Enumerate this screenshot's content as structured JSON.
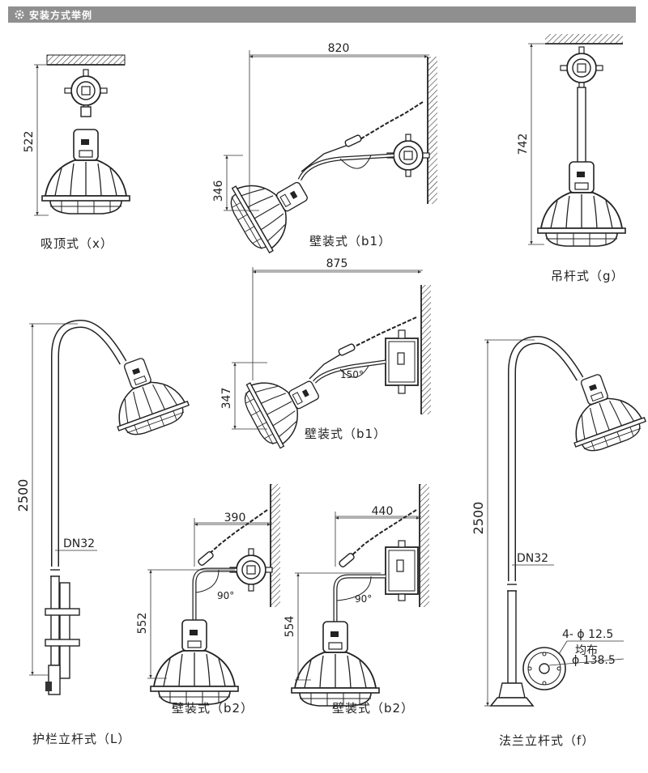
{
  "header": {
    "title": "安装方式举例",
    "icon": "gear-icon",
    "bg_color": "#8f8f8f"
  },
  "captions": {
    "ceiling": "吸顶式（x）",
    "wall_b1_top": "壁装式（b1）",
    "pendant": "吊杆式（g）",
    "wall_b1_mid": "壁装式（b1）",
    "guardrail": "护栏立杆式（L）",
    "wall_b2_left": "壁装式（b2）",
    "wall_b2_right": "壁装式（b2）",
    "flange": "法兰立杆式（f）"
  },
  "dims": {
    "ceiling_h": "522",
    "wall_b1_top_w": "820",
    "wall_b1_top_h": "346",
    "pendant_h": "742",
    "wall_b1_mid_w": "875",
    "wall_b1_mid_h": "347",
    "wall_b1_mid_angle": "150°",
    "guardrail_h": "2500",
    "guardrail_pipe": "DN32",
    "wall_b2_left_w": "390",
    "wall_b2_left_h": "552",
    "wall_b2_left_angle": "90°",
    "wall_b2_right_w": "440",
    "wall_b2_right_h": "554",
    "wall_b2_right_angle": "90°",
    "flange_h": "2500",
    "flange_pipe": "DN32",
    "flange_holes": "4- ϕ 12.5",
    "flange_even": "均布",
    "flange_dia": "ϕ 138.5"
  }
}
